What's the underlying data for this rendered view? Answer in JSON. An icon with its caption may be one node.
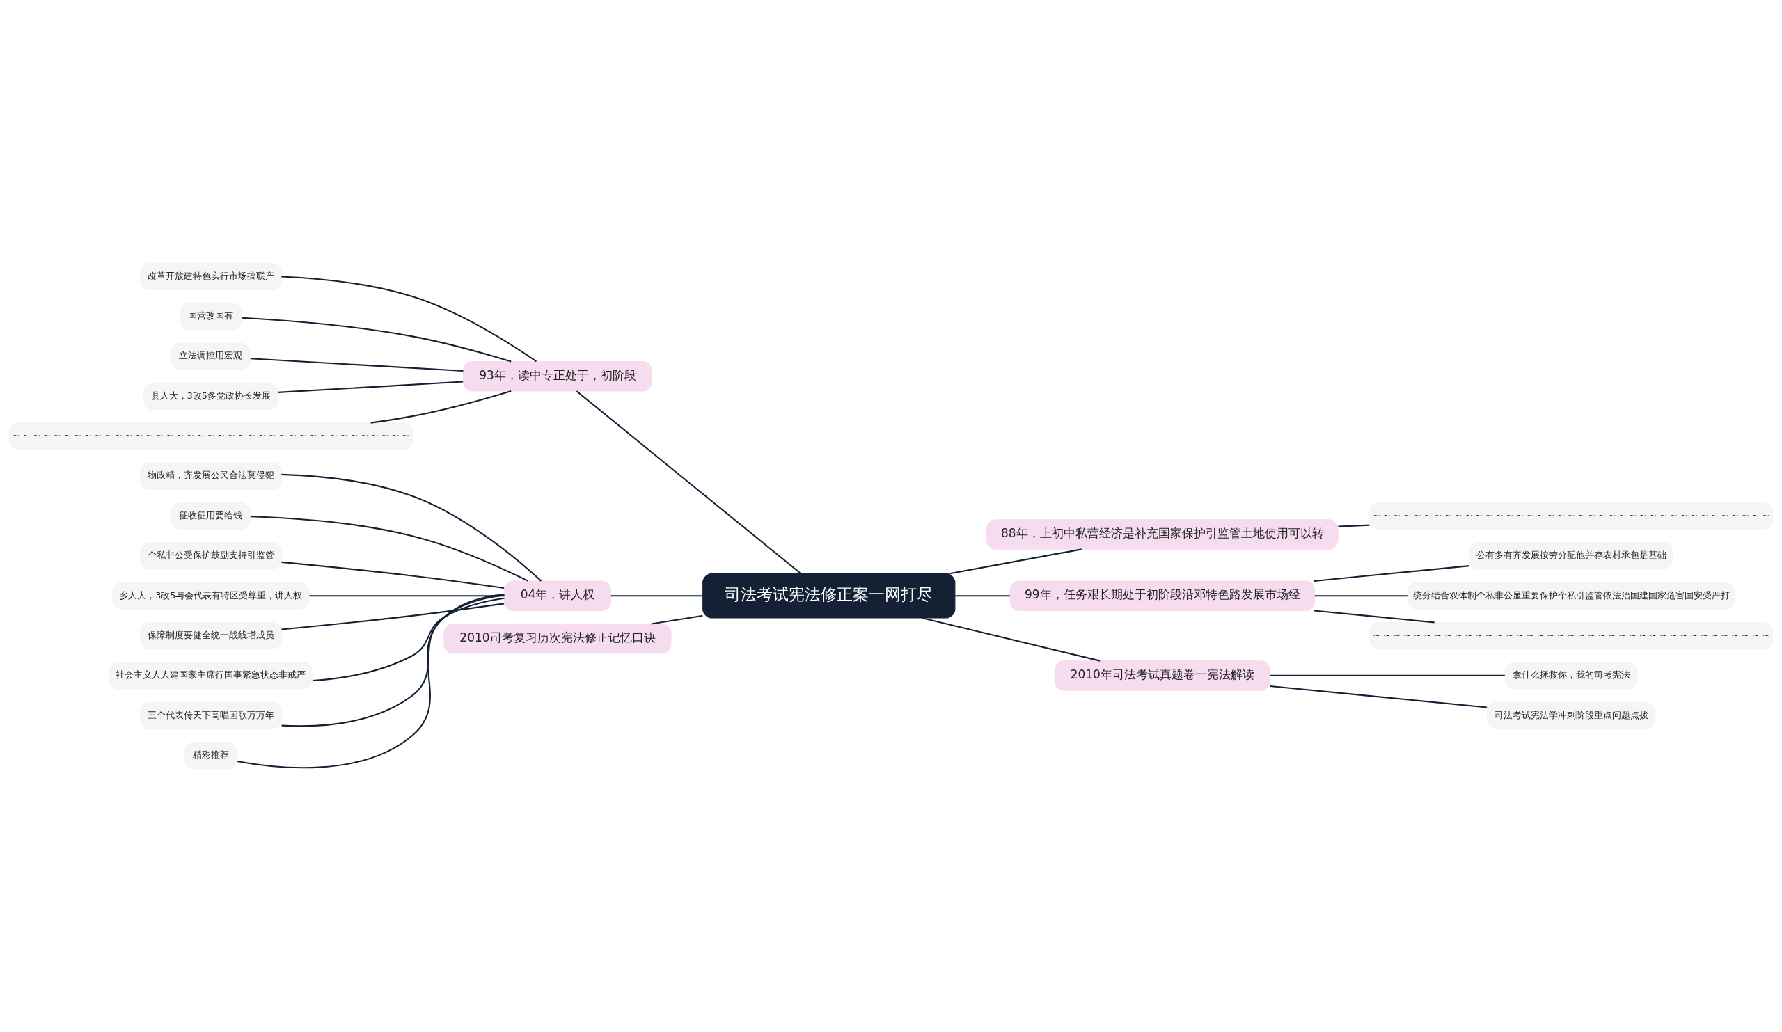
{
  "diagram": {
    "nodes": [
      {
        "text": [
          "司法考试宪法修正案一网打尽"
        ]
      },
      {
        "text": [
          "93年，读中专正处于，初阶段"
        ]
      },
      {
        "text": [
          "改革开放建特色实行市场搞联产"
        ]
      },
      {
        "text": [
          "国营改国有"
        ]
      },
      {
        "text": [
          "立法调控用宏观"
        ]
      },
      {
        "text": [
          "县人大，3改5多党政协长发展"
        ]
      },
      {
        "text": [
          "~ ~ ~ ~ ~ ~ ~ ~ ~ ~ ~ ~ ~ ~ ~ ~ ~ ~ ~ ~ ~ ~ ~ ~ ~ ~ ~ ~ ~ ~ ~ ~ ~ ~ ~ ~ ~ ~ ~"
        ]
      },
      {
        "text": [
          "04年，讲人权"
        ]
      },
      {
        "text": [
          "物政精，齐发展公民合法莫侵犯"
        ]
      },
      {
        "text": [
          "征收征用要给钱"
        ]
      },
      {
        "text": [
          "个私非公受保护鼓励支持引监管"
        ]
      },
      {
        "text": [
          "乡人大，3改5与会代表有特区受尊重，讲人权"
        ]
      },
      {
        "text": [
          "保障制度要健全统一战线增成员"
        ]
      },
      {
        "text": [
          "社会主义人人建国家主席行国事紧急状态非戒严"
        ]
      },
      {
        "text": [
          "三个代表传天下高唱国歌万万年"
        ]
      },
      {
        "text": [
          "精彩推荐"
        ]
      },
      {
        "text": [
          "2010司考复习历次宪法修正记忆口诀"
        ]
      },
      {
        "text": [
          "88年，上初中私营经济是补充国家保护引监管土地使用可以转"
        ]
      },
      {
        "text": [
          "~ ~ ~ ~ ~ ~ ~ ~ ~ ~ ~ ~ ~ ~ ~ ~ ~ ~ ~ ~ ~ ~ ~ ~ ~ ~ ~ ~ ~ ~ ~ ~ ~ ~ ~ ~ ~ ~ ~"
        ]
      },
      {
        "text": [
          "99年，任务艰长期处于初阶段沿邓特色路发展市场经"
        ]
      },
      {
        "text": [
          "公有多有齐发展按劳分配他并存农村承包是基础"
        ]
      },
      {
        "text": [
          "统分结合双体制个私非公显重要保护个私引监管依法治国建国家危害国安受严打"
        ]
      },
      {
        "text": [
          "~ ~ ~ ~ ~ ~ ~ ~ ~ ~ ~ ~ ~ ~ ~ ~ ~ ~ ~ ~ ~ ~ ~ ~ ~ ~ ~ ~ ~ ~ ~ ~ ~ ~ ~ ~ ~ ~ ~"
        ]
      },
      {
        "text": [
          "2010年司法考试真题卷一宪法解读"
        ]
      },
      {
        "text": [
          "拿什么拯救你，我的司考宪法"
        ]
      },
      {
        "text": [
          "司法考试宪法学冲刺阶段重点问题点拨"
        ]
      }
    ],
    "edges": [
      {
        "from": 0,
        "to": 1,
        "arrow": "none"
      },
      {
        "from": 1,
        "to": 2,
        "arrow": "none"
      },
      {
        "from": 1,
        "to": 3,
        "arrow": "none"
      },
      {
        "from": 1,
        "to": 4,
        "arrow": "none"
      },
      {
        "from": 1,
        "to": 5,
        "arrow": "none"
      },
      {
        "from": 1,
        "to": 6,
        "arrow": "none"
      },
      {
        "from": 0,
        "to": 7,
        "arrow": "none"
      },
      {
        "from": 7,
        "to": 8,
        "arrow": "none"
      },
      {
        "from": 7,
        "to": 9,
        "arrow": "none"
      },
      {
        "from": 7,
        "to": 10,
        "arrow": "none"
      },
      {
        "from": 7,
        "to": 11,
        "arrow": "none"
      },
      {
        "from": 7,
        "to": 12,
        "arrow": "none"
      },
      {
        "from": 7,
        "to": 13,
        "arrow": "none"
      },
      {
        "from": 7,
        "to": 14,
        "arrow": "none"
      },
      {
        "from": 7,
        "to": 15,
        "arrow": "none"
      },
      {
        "from": 0,
        "to": 16,
        "arrow": "none"
      },
      {
        "from": 0,
        "to": 17,
        "arrow": "none"
      },
      {
        "from": 17,
        "to": 18,
        "arrow": "none"
      },
      {
        "from": 0,
        "to": 19,
        "arrow": "none"
      },
      {
        "from": 19,
        "to": 20,
        "arrow": "none"
      },
      {
        "from": 19,
        "to": 21,
        "arrow": "none"
      },
      {
        "from": 19,
        "to": 22,
        "arrow": "none"
      },
      {
        "from": 0,
        "to": 23,
        "arrow": "none"
      },
      {
        "from": 23,
        "to": 24,
        "arrow": "none"
      },
      {
        "from": 23,
        "to": 25,
        "arrow": "none"
      }
    ]
  }
}
